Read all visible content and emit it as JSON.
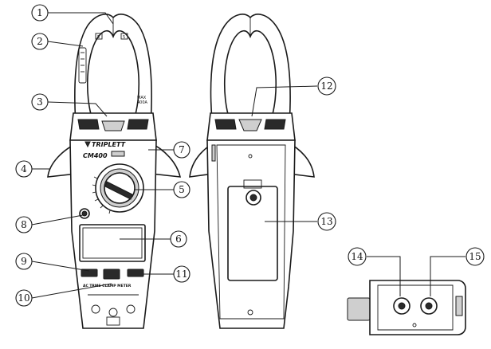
{
  "callouts": [
    {
      "num": "1"
    },
    {
      "num": "2"
    },
    {
      "num": "3"
    },
    {
      "num": "4"
    },
    {
      "num": "5"
    },
    {
      "num": "6"
    },
    {
      "num": "7"
    },
    {
      "num": "8"
    },
    {
      "num": "9"
    },
    {
      "num": "10"
    },
    {
      "num": "11"
    },
    {
      "num": "12"
    },
    {
      "num": "13"
    },
    {
      "num": "14"
    },
    {
      "num": "15"
    }
  ],
  "front": {
    "brand": "TRIPLETT",
    "model": "CM400",
    "subtitle": "AC TRMS CLAMP METER",
    "max_label": "MAX",
    "max_value": "400A",
    "jaw_marks": [
      "5",
      "5"
    ]
  }
}
